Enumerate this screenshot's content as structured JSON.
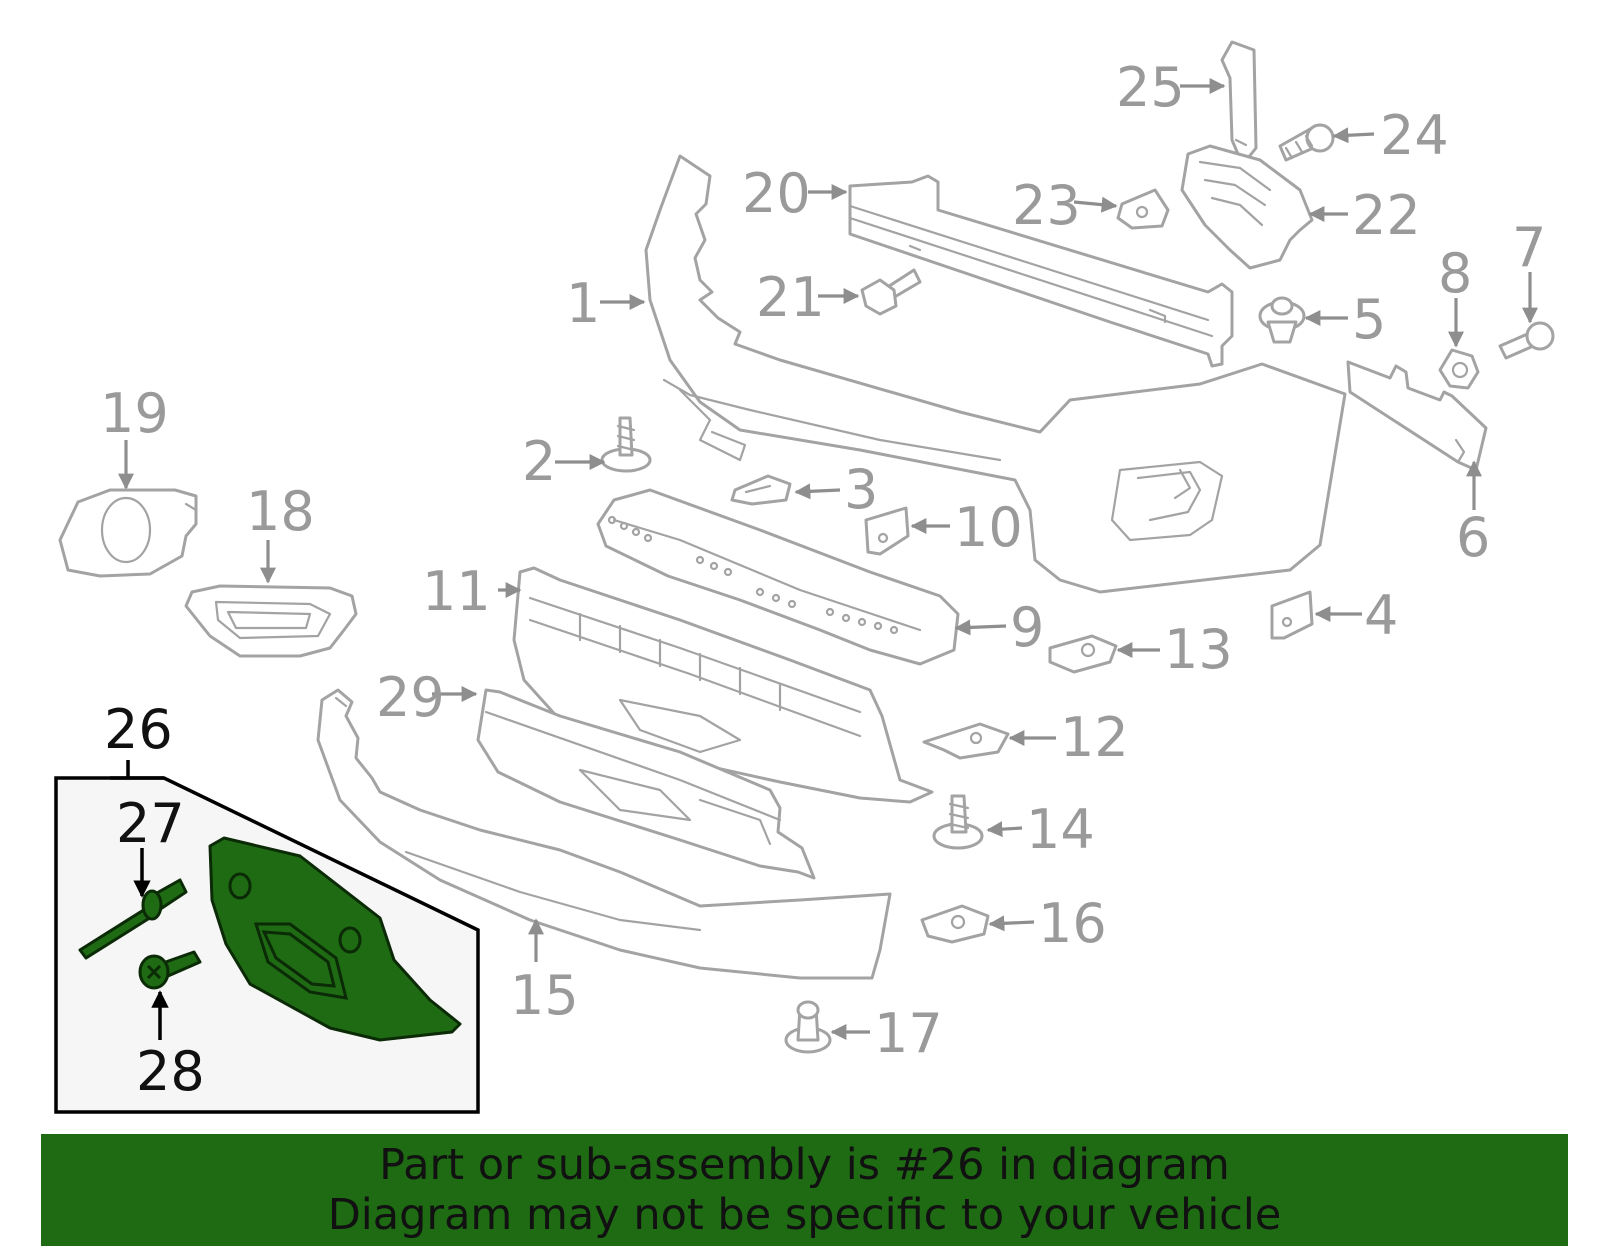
{
  "callouts": {
    "c1": "1",
    "c2": "2",
    "c3": "3",
    "c4": "4",
    "c5": "5",
    "c6": "6",
    "c7": "7",
    "c8": "8",
    "c9": "9",
    "c10": "10",
    "c11": "11",
    "c12": "12",
    "c13": "13",
    "c14": "14",
    "c15": "15",
    "c16": "16",
    "c17": "17",
    "c18": "18",
    "c19": "19",
    "c20": "20",
    "c21": "21",
    "c22": "22",
    "c23": "23",
    "c24": "24",
    "c25": "25",
    "c26": "26",
    "c27": "27",
    "c28": "28",
    "c29": "29"
  },
  "highlight": {
    "part_number": "26",
    "color": "#1f6b14",
    "inset_background": "#f6f6f6"
  },
  "colors": {
    "outline": "#a3a3a3",
    "callout_text": "#9a9a9a",
    "banner_background": "#1f6b14"
  },
  "banner": {
    "line1": "Part or sub-assembly is #26 in diagram",
    "line2": "Diagram may not be specific to your vehicle"
  }
}
